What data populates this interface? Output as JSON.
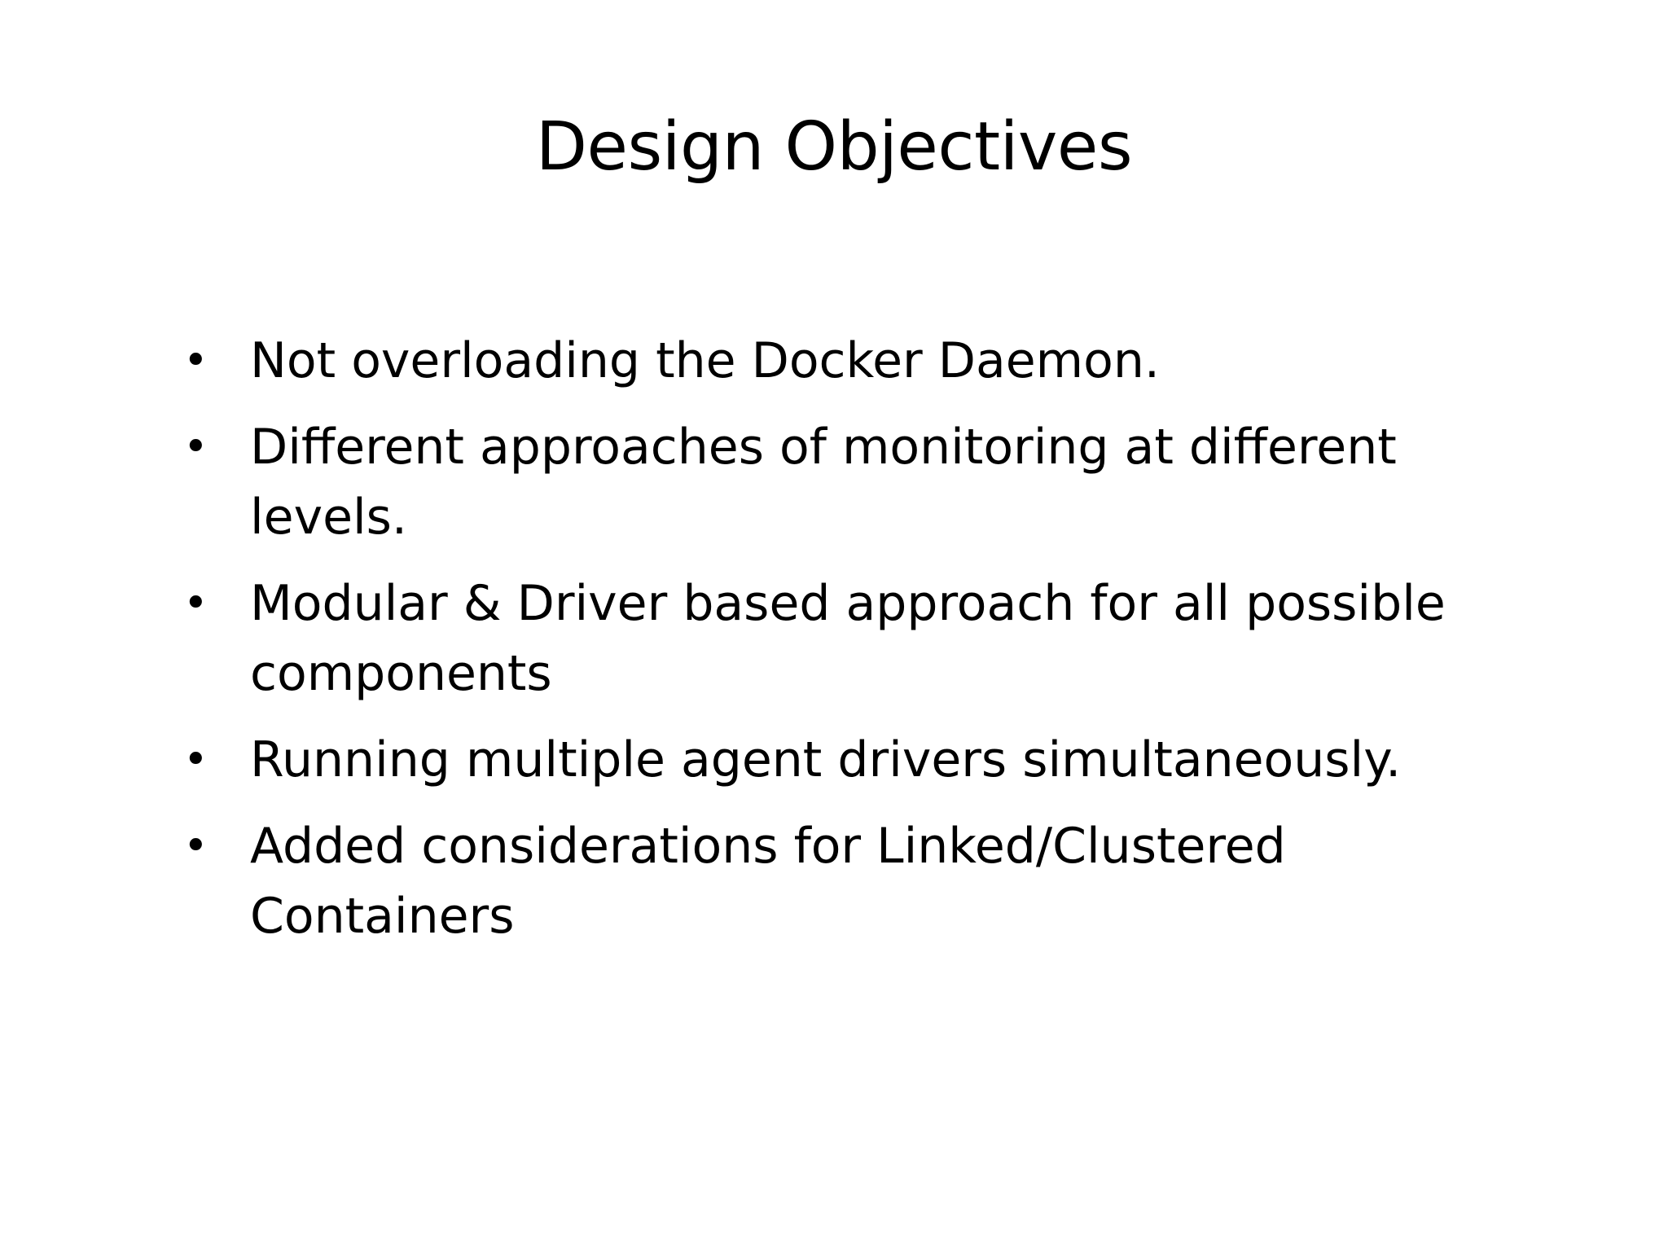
{
  "slide": {
    "title": "Design Objectives",
    "bullet_glyph": "•",
    "bullets": [
      "Not overloading the Docker Daemon.",
      "Different approaches of monitoring at different levels.",
      "Modular & Driver based approach for all possible components",
      "Running multiple agent drivers simultaneously.",
      "Added considerations for Linked/Clustered Containers"
    ]
  }
}
